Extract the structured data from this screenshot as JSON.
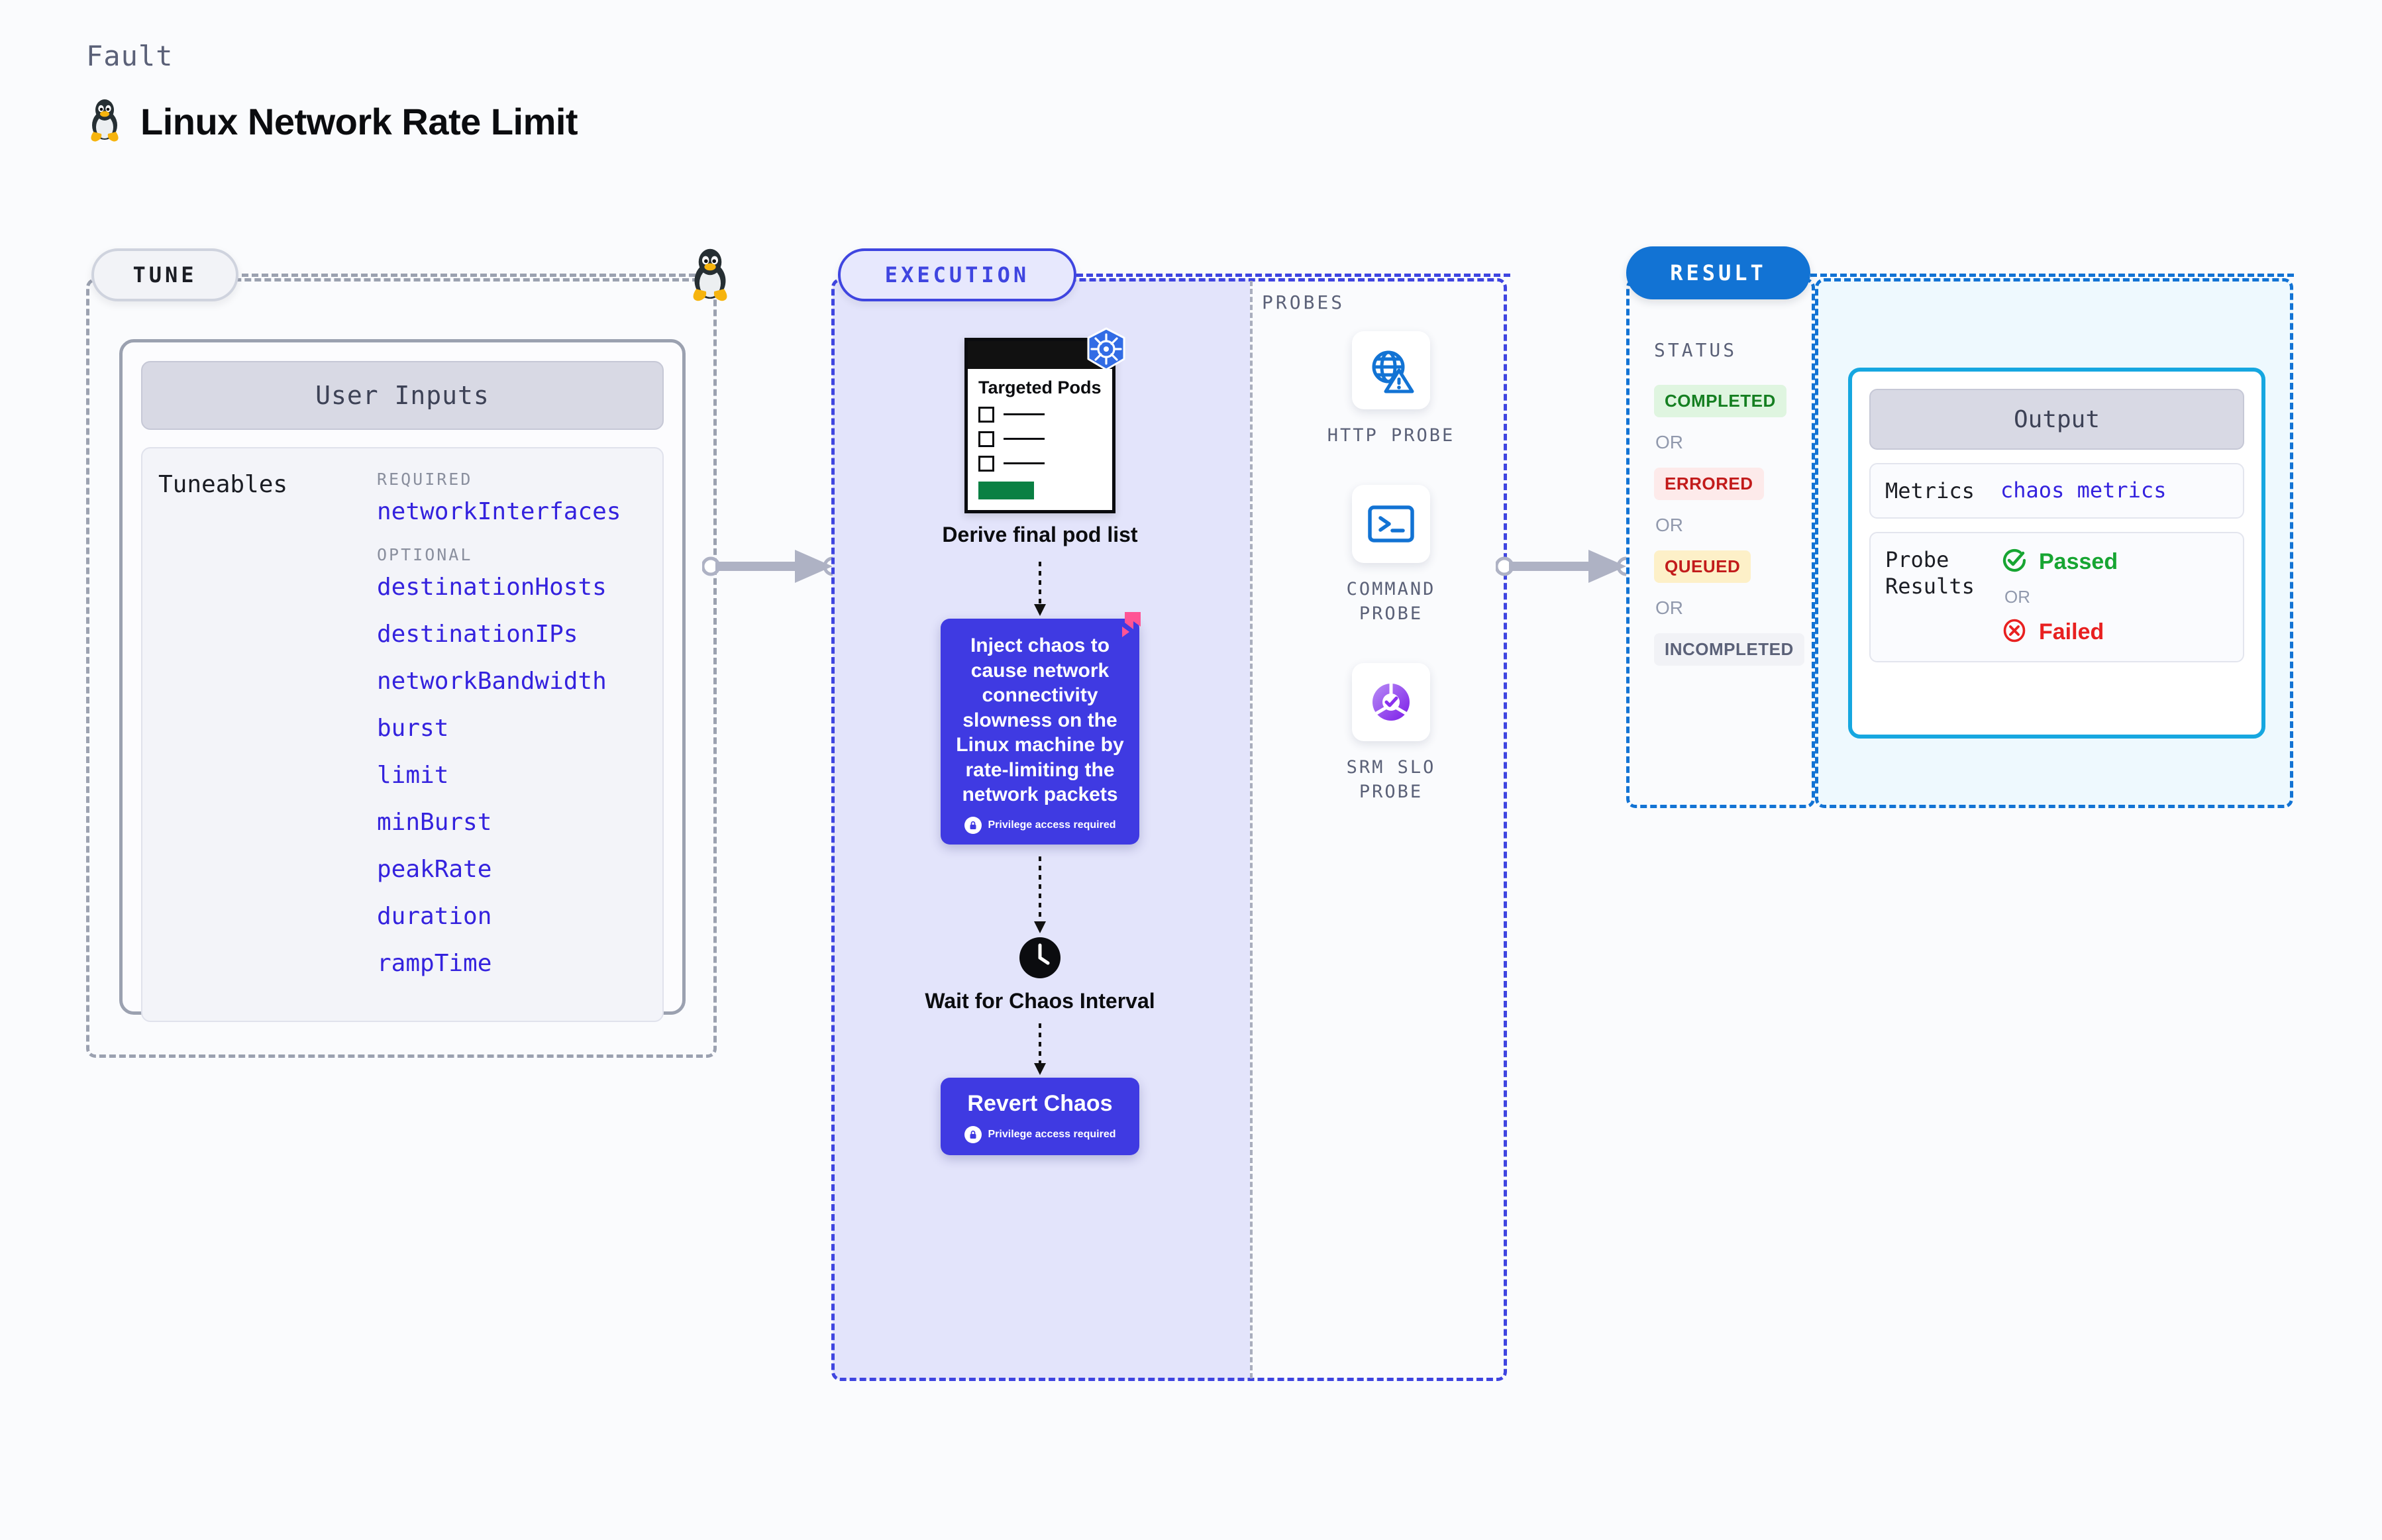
{
  "header": {
    "kicker": "Fault",
    "title": "Linux Network Rate Limit",
    "icon": "linux-tux-icon"
  },
  "tune": {
    "pill_label": "TUNE",
    "connector_icon": "linux-tux-icon",
    "card": {
      "header": "User Inputs",
      "tuneables_label": "Tuneables",
      "groups": [
        {
          "label": "REQUIRED",
          "items": [
            "networkInterfaces"
          ]
        },
        {
          "label": "OPTIONAL",
          "items": [
            "destinationHosts",
            "destinationIPs",
            "networkBandwidth",
            "burst",
            "limit",
            "minBurst",
            "peakRate",
            "duration",
            "rampTime"
          ]
        }
      ]
    }
  },
  "execution": {
    "pill_label": "EXECUTION",
    "steps": {
      "pods_card": {
        "title": "Targeted Pods",
        "badge_icon": "kubernetes-icon",
        "caption": "Derive final pod list"
      },
      "chaos": {
        "text": "Inject chaos to cause network connectivity slowness on the Linux machine by rate-limiting the network packets",
        "privilege_note": "Privilege access required",
        "corner_icon": "litmuschaos-icon",
        "lock_icon": "lock-icon"
      },
      "wait": {
        "icon": "clock-icon",
        "caption": "Wait for Chaos Interval"
      },
      "revert": {
        "title": "Revert Chaos",
        "privilege_note": "Privilege access required",
        "lock_icon": "lock-icon"
      }
    }
  },
  "probes": {
    "title": "PROBES",
    "items": [
      {
        "label": "HTTP PROBE",
        "icon": "globe-warning-icon"
      },
      {
        "label": "COMMAND PROBE",
        "icon": "terminal-icon"
      },
      {
        "label": "SRM SLO PROBE",
        "icon": "slo-gauge-check-icon"
      }
    ]
  },
  "result": {
    "pill_label": "RESULT",
    "status_title": "STATUS",
    "or_label": "OR",
    "statuses": [
      {
        "label": "COMPLETED",
        "bg": "#dff5e0",
        "fg": "#157f21"
      },
      {
        "label": "ERRORED",
        "bg": "#fdeaea",
        "fg": "#c21b1b"
      },
      {
        "label": "QUEUED",
        "bg": "#fdf0c8",
        "fg": "#c21b1b"
      },
      {
        "label": "INCOMPLETED",
        "bg": "#f1f2f6",
        "fg": "#5b6178"
      }
    ]
  },
  "output": {
    "header": "Output",
    "rows": [
      {
        "key": "Metrics",
        "value": "chaos metrics"
      }
    ],
    "probe_results_key": "Probe Results",
    "passed_label": "Passed",
    "failed_label": "Failed",
    "or_label": "OR",
    "passed_icon": "check-circle-icon",
    "failed_icon": "x-circle-icon"
  },
  "colors": {
    "accent_indigo": "#3f3ae2",
    "accent_blue": "#1273d4",
    "accent_cyan": "#16a7e0",
    "tuneable_text": "#3422de",
    "pass_green": "#17a532",
    "fail_red": "#e82020"
  }
}
